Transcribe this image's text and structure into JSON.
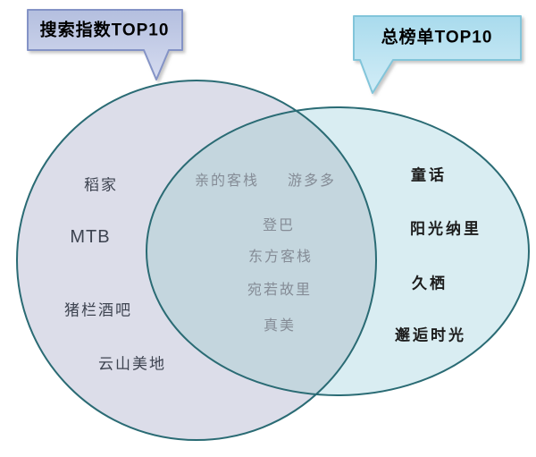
{
  "callouts": {
    "left_label": "搜索指数TOP10",
    "right_label": "总榜单TOP10"
  },
  "venn": {
    "left_only_items": [
      "稻家",
      "MTB",
      "猪栏酒吧",
      "云山美地"
    ],
    "overlap_items": [
      "亲的客栈",
      "游多多",
      "登巴",
      "东方客栈",
      "宛若故里",
      "真美"
    ],
    "right_only_items": [
      "童话",
      "阳光纳里",
      "久栖",
      "邂逅时光"
    ]
  },
  "colors": {
    "left_circle_fill": "#dcdde9",
    "right_circle_fill": "#d9edf2",
    "overlap_fill": "#c4d6de",
    "circle_border": "#2a6b74",
    "left_callout_fill": "#c2cbe6",
    "left_callout_border": "#8493c6",
    "right_callout_fill": "#b5dfee",
    "right_callout_border": "#82c5da",
    "left_text": "#3d4350",
    "overlap_text": "#858c96",
    "right_text": "#1c1c1c"
  }
}
